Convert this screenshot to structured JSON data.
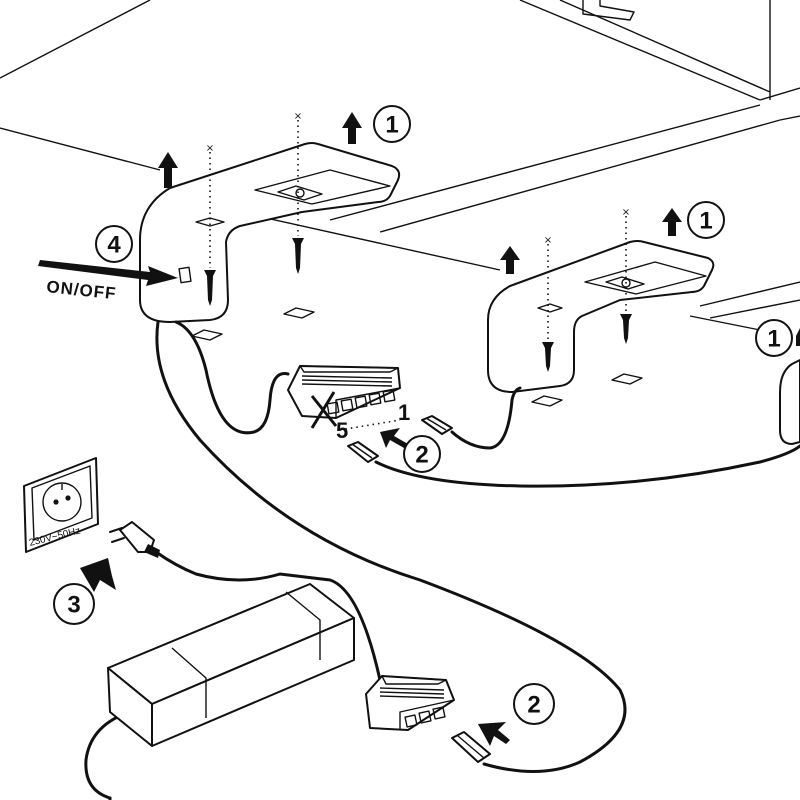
{
  "labels": {
    "on_off": "ON/OFF",
    "voltage": "230V~50Hz",
    "port_first": "1",
    "port_last": "5"
  },
  "steps": {
    "lift_a": "1",
    "lift_b": "1",
    "lift_c": "1",
    "connect_top": "2",
    "connect_bottom": "2",
    "plug_in": "3",
    "switch": "4"
  },
  "icons": [
    "arrow-up-icon",
    "arrow-right-icon",
    "screw-icon",
    "wall-socket-icon",
    "plug-icon",
    "power-adapter-icon",
    "distributor-icon",
    "connector-icon",
    "cross-icon"
  ],
  "colors": {
    "line": "#111111",
    "background": "#ffffff"
  }
}
